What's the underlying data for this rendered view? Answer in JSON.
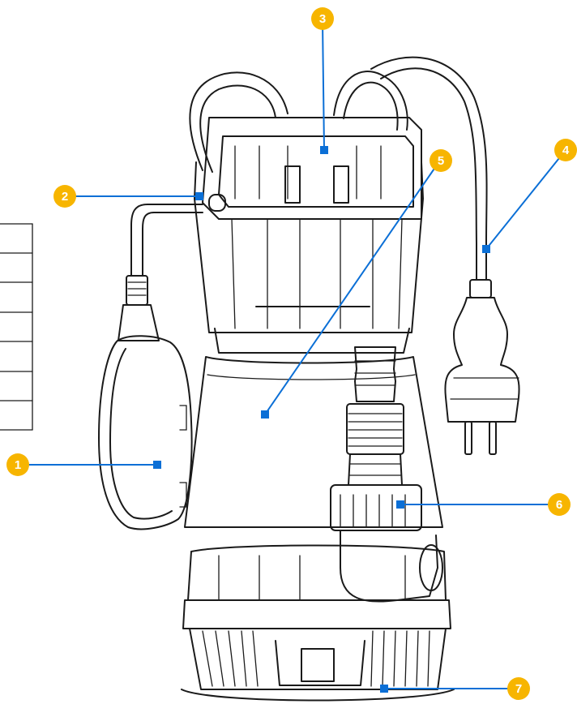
{
  "colors": {
    "callout": "#f7b500",
    "leader": "#0b6fd6",
    "outline": "#1a1a1a"
  },
  "callouts": [
    {
      "label": "1"
    },
    {
      "label": "2"
    },
    {
      "label": "3"
    },
    {
      "label": "4"
    },
    {
      "label": "5"
    },
    {
      "label": "6"
    },
    {
      "label": "7"
    }
  ]
}
